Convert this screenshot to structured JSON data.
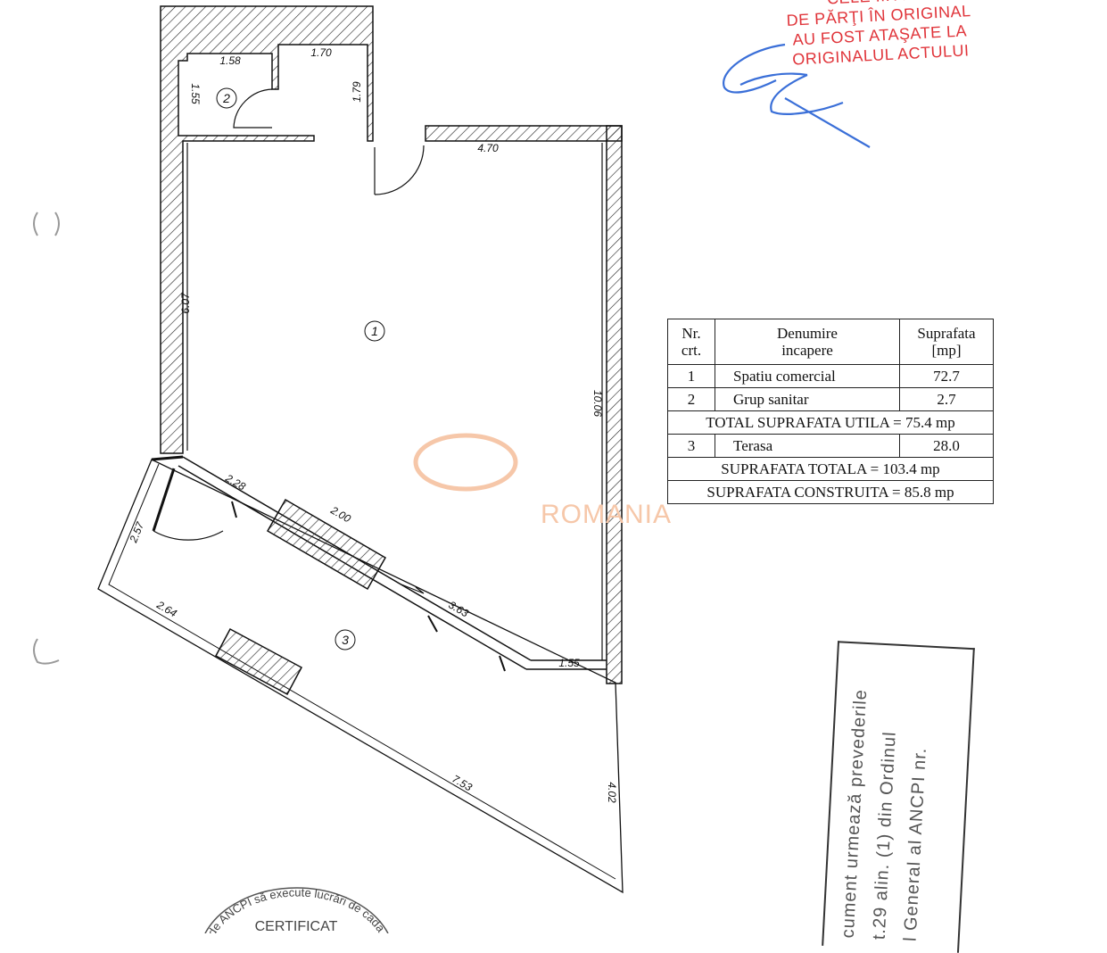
{
  "rooms": [
    {
      "number": "1",
      "name": "Spatiu comercial",
      "area": "72.7"
    },
    {
      "number": "2",
      "name": "Grup sanitar",
      "area": "2.7"
    },
    {
      "number": "3",
      "name": "Terasa",
      "area": "28.0"
    }
  ],
  "table": {
    "headers": {
      "nr_line1": "Nr.",
      "nr_line2": "crt.",
      "name_line1": "Denumire",
      "name_line2": "incapere",
      "area_line1": "Suprafata",
      "area_line2": "[mp]"
    },
    "total_utila": "TOTAL SUPRAFATA UTILA = 75.4 mp",
    "total": "SUPRAFATA TOTALA = 103.4 mp",
    "construita": "SUPRAFATA CONSTRUITA = 85.8 mp"
  },
  "dimensions": {
    "bath_width": "1.58",
    "hall_width": "1.70",
    "bath_depth": "1.55",
    "hall_depth": "1.79",
    "room_width": "4.70",
    "left_wall": "6.07",
    "right_wall": "10.06",
    "front_a": "2.28",
    "front_window": "2.00",
    "front_b": "3.63",
    "front_c": "1.55",
    "terrace_side": "2.57",
    "terrace_a": "2.64",
    "terrace_long": "7.53",
    "terrace_right": "4.02"
  },
  "red_stamp": {
    "line0": "CELE ... ARE",
    "line1": "DE PĂRŢI ÎN ORIGINAL",
    "line2": "AU FOST ATAŞATE LA",
    "line3": "ORIGINALUL ACTULUI"
  },
  "box_stamp": {
    "line1": "cument urmează prevederile",
    "line2": "t.29 alin. (1) din Ordinul",
    "line3": "l General al ANCPI nr."
  },
  "round_stamp": {
    "arc": "de ANCPI să execute lucrări de cada",
    "center": "CERTIFICAT"
  },
  "watermark": "ROMANIA",
  "colors": {
    "red_stamp": "#e0343a",
    "signature": "#3a6fd8",
    "watermark": "#f6c7a9",
    "ink": "#111111"
  }
}
